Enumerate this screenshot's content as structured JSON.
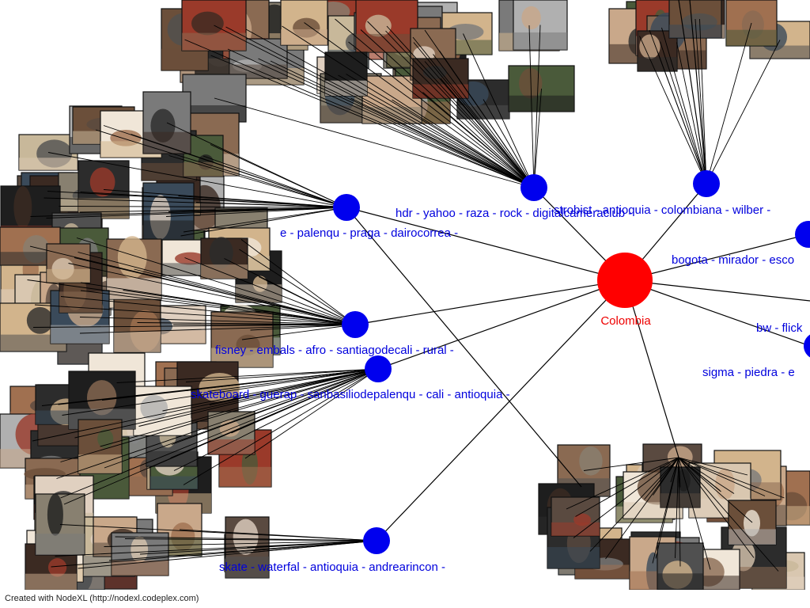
{
  "graph": {
    "hub": {
      "label": "Colombia",
      "color": "#ff0000"
    },
    "cluster_color": "#0000ee",
    "clusters": [
      {
        "id": "c1",
        "label": "hdr - yahoo - raza - rock - digitalcameraclub -"
      },
      {
        "id": "c2",
        "label": "strobist - antioquia - colombiana - wilber -"
      },
      {
        "id": "c3",
        "label": "e - palenqu - praga - dairocorrea -"
      },
      {
        "id": "c4",
        "label": "bogota - mirador - esco"
      },
      {
        "id": "c5",
        "label": "fisney - embals - afro - santiagodecali - rural -"
      },
      {
        "id": "c6",
        "label": "bw - flick"
      },
      {
        "id": "c7",
        "label": "sigma - piedra - e"
      },
      {
        "id": "c8",
        "label": "skateboard - guerap - sanbasiliodepalenqu - cali - antioquia -"
      },
      {
        "id": "c9",
        "label": "skate - waterfal - antioquia - andrearincon -"
      }
    ]
  },
  "footer": "Created with NodeXL (http://nodexl.codeplex.com)"
}
